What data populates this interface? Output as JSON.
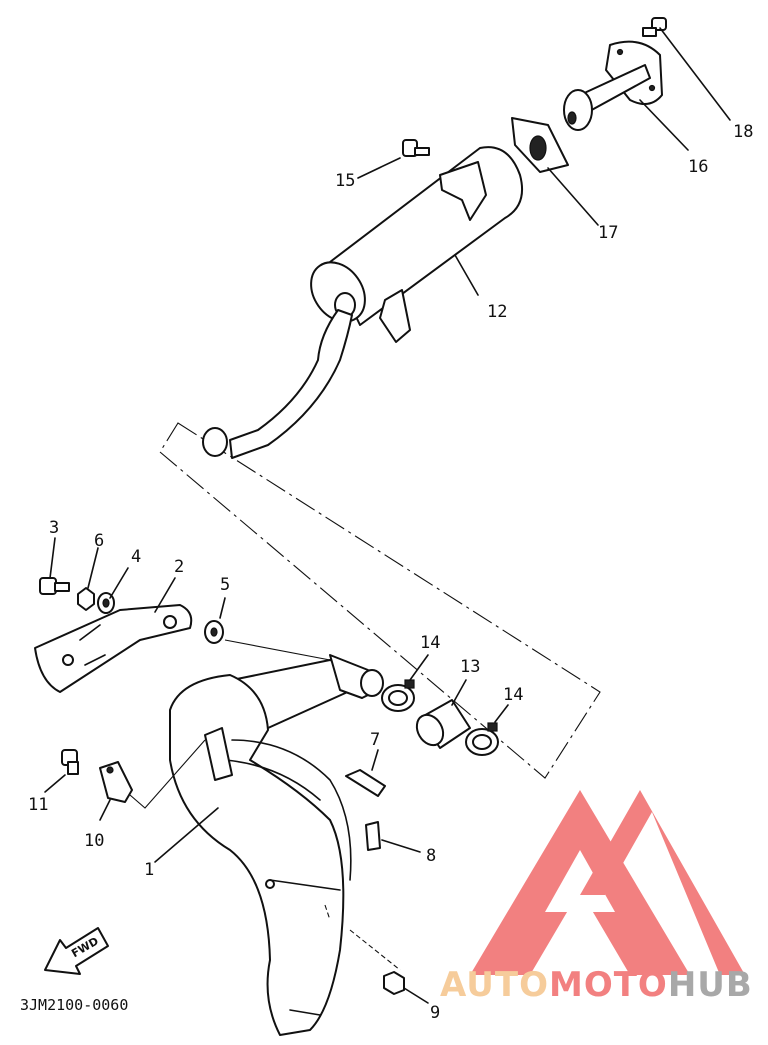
{
  "diagram_code": "3JM2100-0060",
  "fwd_label": "FWD",
  "watermark": {
    "part1": "AUTO",
    "part2": "MOTO",
    "part3": "HUB",
    "color_red": "#f06a6a",
    "color_orange": "#f5c48a",
    "color_grey": "#9a9a9a"
  },
  "callouts": [
    "1",
    "2",
    "3",
    "4",
    "5",
    "6",
    "7",
    "8",
    "9",
    "10",
    "11",
    "12",
    "13",
    "14",
    "14",
    "15",
    "16",
    "17",
    "18"
  ]
}
